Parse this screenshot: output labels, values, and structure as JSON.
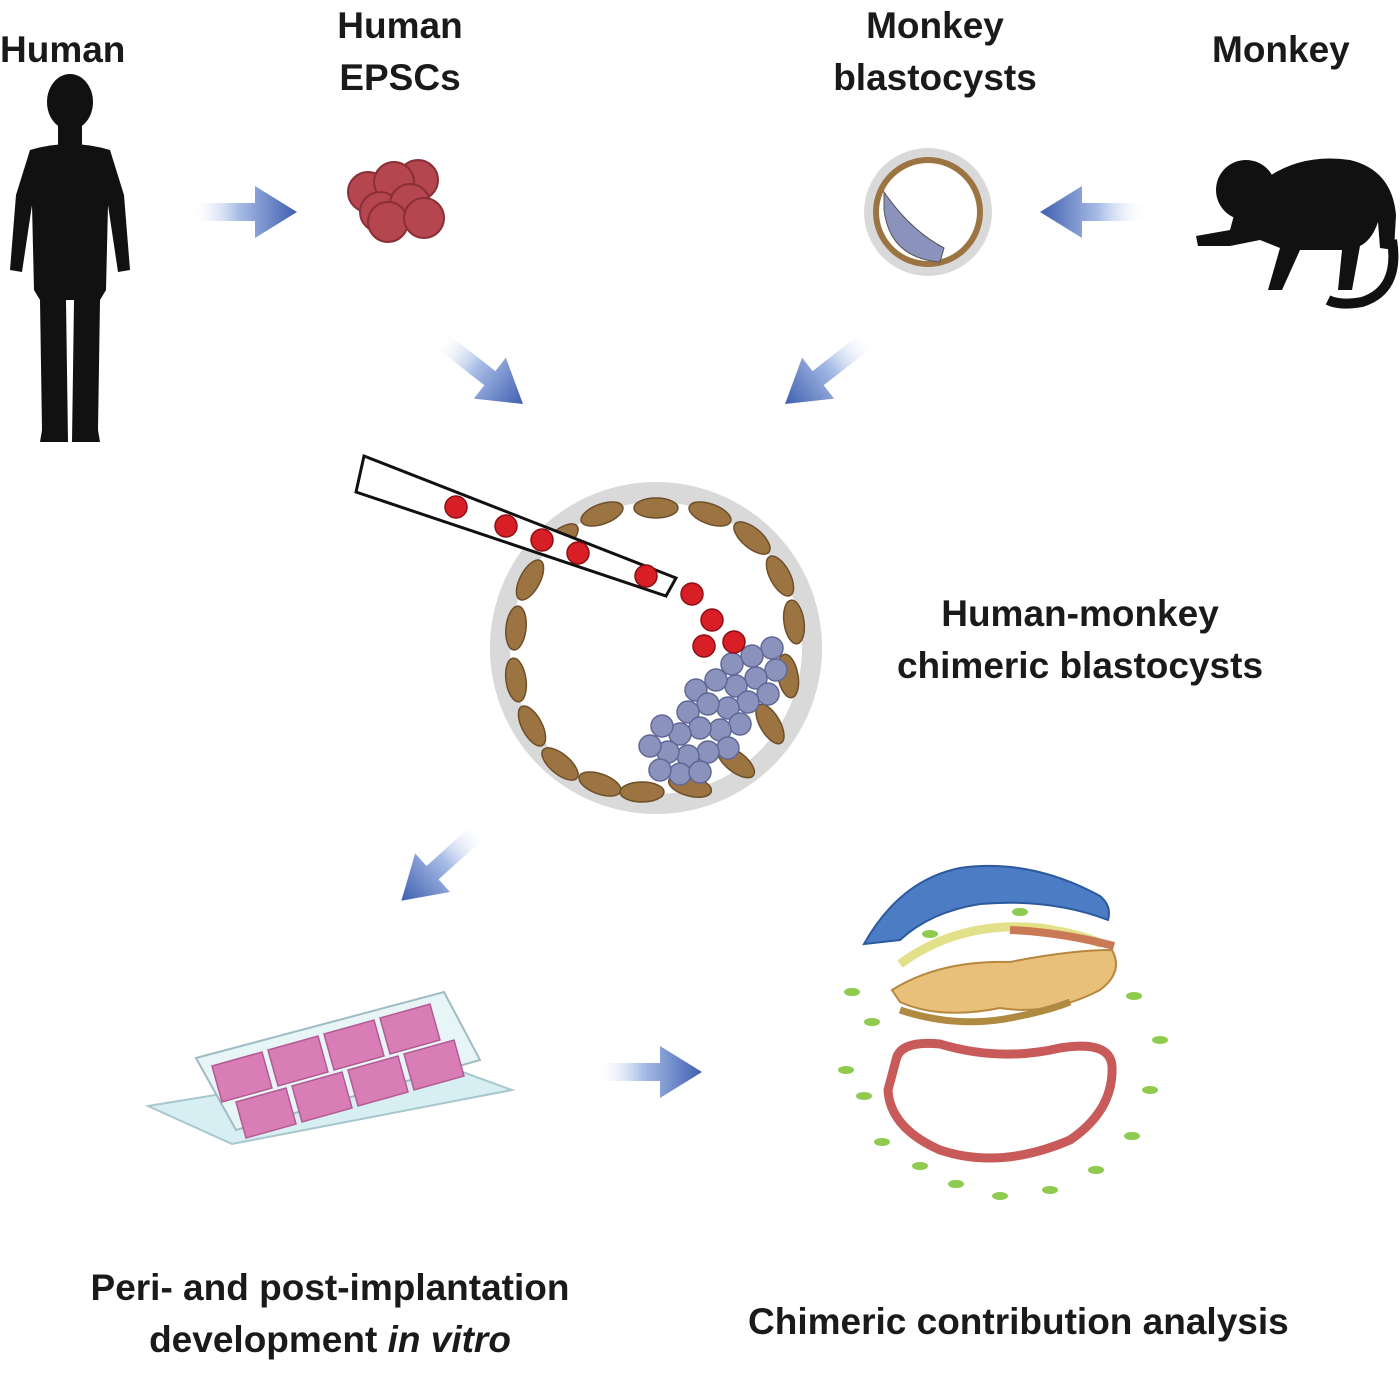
{
  "labels": {
    "human": "Human",
    "human_epscs_line1": "Human",
    "human_epscs_line2": "EPSCs",
    "monkey_blastocysts_line1": "Monkey",
    "monkey_blastocysts_line2": "blastocysts",
    "monkey": "Monkey",
    "chimeric_line1": "Human-monkey",
    "chimeric_line2": "chimeric blastocysts",
    "peri_line1": "Peri- and post-implantation",
    "peri_line2_prefix": "development ",
    "peri_line2_italic": "in vitro",
    "analysis": "Chimeric contribution analysis"
  },
  "colors": {
    "arrow": "#3f5fb0",
    "epsc_cell": "#b5454f",
    "injected_cell": "#d81f26",
    "trophectoderm": "#9b7442",
    "zona": "#d9d9d9",
    "icm_cell": "#8b93bd",
    "well": "#d97db6",
    "slide": "#d7eef2",
    "neural_tube": "#4b7cc4",
    "gut": "#c95a5a",
    "somite_green": "#8ecb4f"
  },
  "icons": [
    "human-silhouette-icon",
    "monkey-silhouette-icon",
    "epsc-cluster-icon",
    "blastocyst-icon",
    "injection-pipette-icon",
    "chamber-slide-icon",
    "embryo-section-icon"
  ]
}
